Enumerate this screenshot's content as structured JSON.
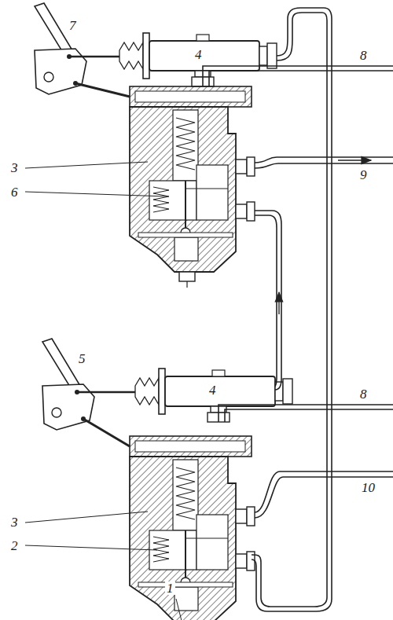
{
  "diagram": {
    "labels": [
      "7",
      "4",
      "8",
      "3",
      "6",
      "9",
      "5",
      "4",
      "8",
      "3",
      "2",
      "1",
      "10"
    ]
  }
}
